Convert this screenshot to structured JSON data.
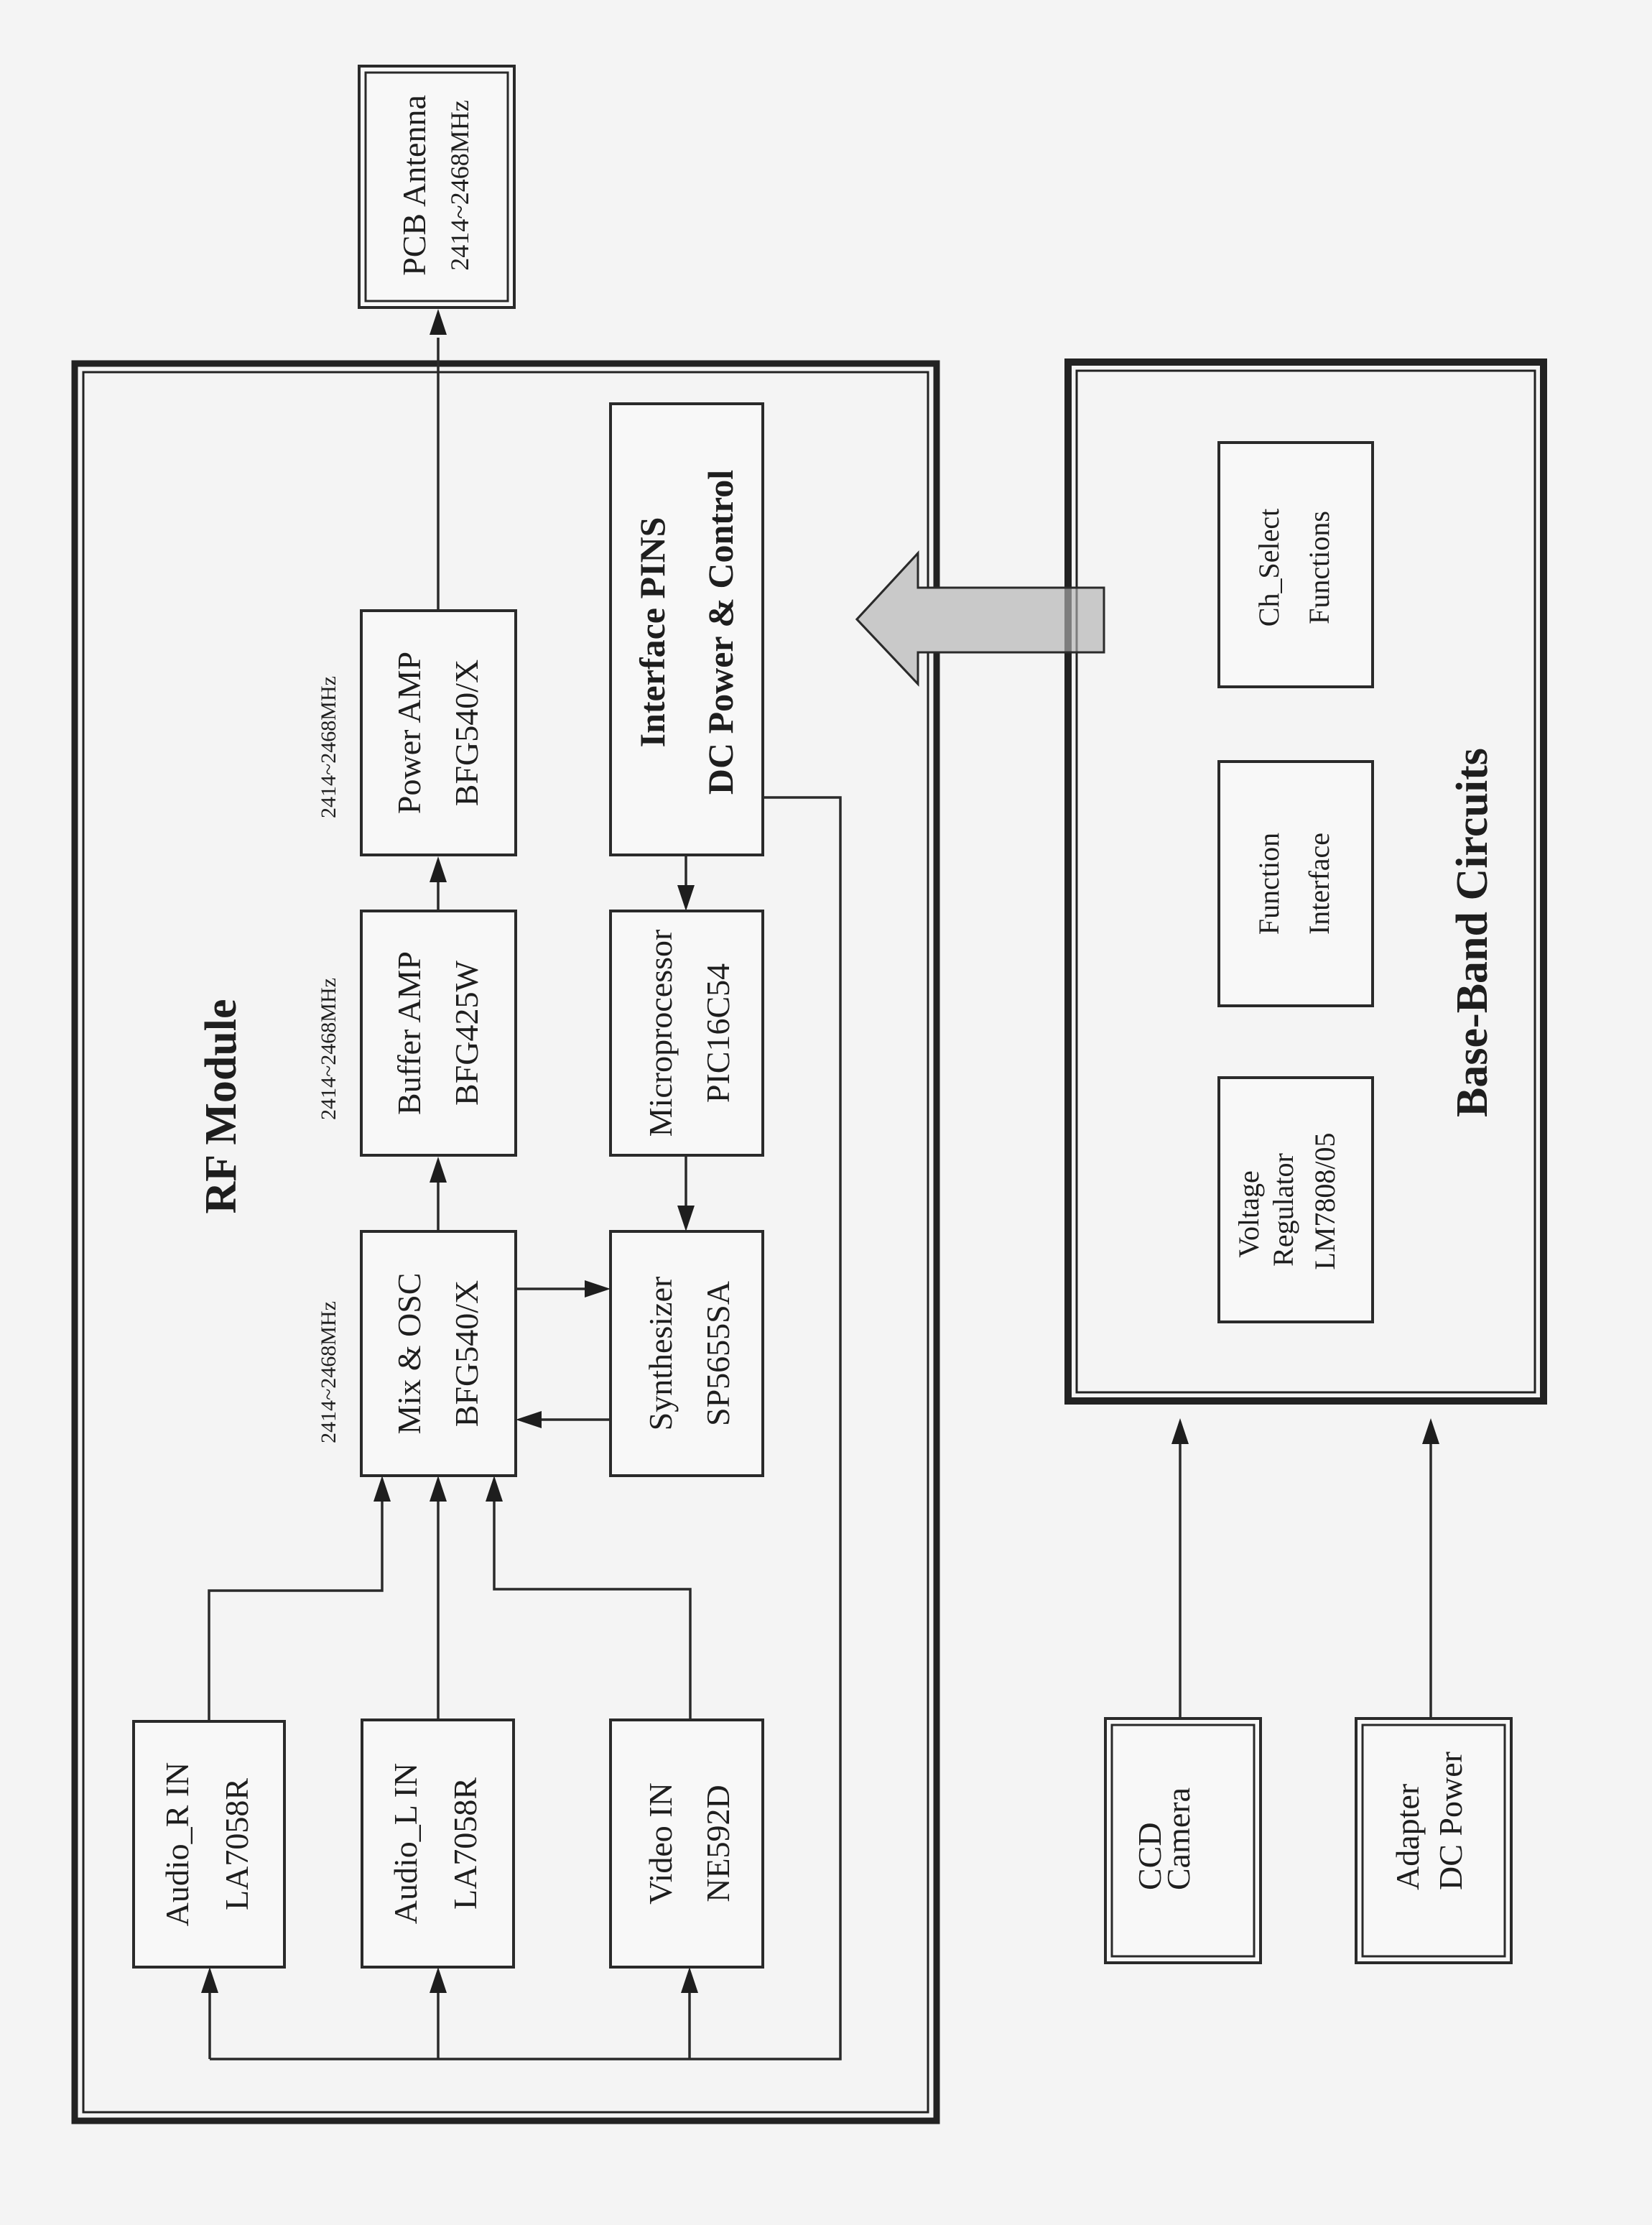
{
  "diagram": {
    "orientation": "rotated-90-ccw",
    "rf_module": {
      "title": "RF Module",
      "frequency_label": "2414~2468MHz",
      "blocks": {
        "power_amp": {
          "line1": "Power AMP",
          "line2": "BFG540/X"
        },
        "buffer_amp": {
          "line1": "Buffer AMP",
          "line2": "BFG425W"
        },
        "mix_osc": {
          "line1": "Mix & OSC",
          "line2": "BFG540/X"
        },
        "audio_r": {
          "line1": "Audio_R IN",
          "line2": "LA7058R"
        },
        "audio_l": {
          "line1": "Audio_L IN",
          "line2": "LA7058R"
        },
        "video_in": {
          "line1": "Video IN",
          "line2": "NE592D"
        },
        "interface_pins": {
          "line1": "Interface PINS",
          "line2": "DC Power & Control"
        },
        "microprocessor": {
          "line1": "Microprocessor",
          "line2": "PIC16C54"
        },
        "synthesizer": {
          "line1": "Synthesizer",
          "line2": "SP5655SA"
        }
      }
    },
    "antenna": {
      "line1": "PCB Antenna",
      "line2": "2414~2468MHz"
    },
    "baseband": {
      "title": "Base-Band Circuits",
      "blocks": {
        "voltage_regulator": {
          "line1": "Voltage",
          "line2": "Regulator",
          "line3": "LM7808/05"
        },
        "function_interface": {
          "line1": "Function",
          "line2": "Interface"
        },
        "ch_select": {
          "line1": "Ch_Select",
          "line2": "Functions"
        }
      }
    },
    "external": {
      "ccd_camera": {
        "line1": "CCD",
        "line2": "Camera"
      },
      "adapter": {
        "line1": "Adapter",
        "line2": "DC Power"
      }
    },
    "colors": {
      "line": "#2a2a2a",
      "background": "#f4f4f4",
      "big_arrow_fill": "#c9c9c9"
    }
  }
}
